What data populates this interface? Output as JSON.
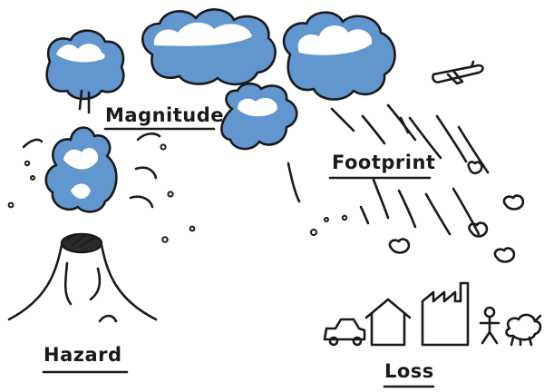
{
  "labels": {
    "magnitude": "Magnitude",
    "footprint": "Footprint",
    "hazard": "Hazard",
    "loss": "Loss"
  },
  "colors": {
    "ink": "#1a1a1a",
    "cloud_fill": "#3f7fc4",
    "background": "#ffffff"
  }
}
